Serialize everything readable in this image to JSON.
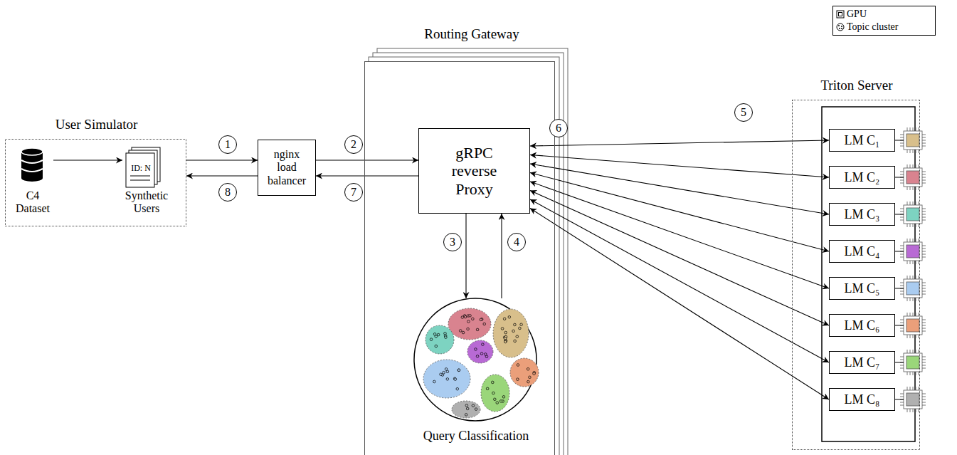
{
  "diagram": {
    "nodes": [
      {
        "text": [
          "User Simulator"
        ]
      },
      {
        "text": [
          "C4 Dataset"
        ],
        "in": 0
      },
      {
        "text": [
          "ID: N",
          "Synthetic Users"
        ],
        "in": 0
      },
      {
        "text": [
          "nginx load balancer"
        ]
      },
      {
        "text": [
          "Routing Gateway"
        ]
      },
      {
        "text": [
          "gRPC reverse Proxy"
        ],
        "in": 4
      },
      {
        "text": [
          "Query Classification"
        ],
        "in": 4
      },
      {
        "text": [
          "Triton Server"
        ]
      },
      {
        "text": [
          "LM C₁"
        ],
        "in": 7
      },
      {
        "text": [
          "LM C₂"
        ],
        "in": 7
      },
      {
        "text": [
          "LM C₃"
        ],
        "in": 7
      },
      {
        "text": [
          "LM C₄"
        ],
        "in": 7
      },
      {
        "text": [
          "LM C₅"
        ],
        "in": 7
      },
      {
        "text": [
          "LM C₆"
        ],
        "in": 7
      },
      {
        "text": [
          "LM C₇"
        ],
        "in": 7
      },
      {
        "text": [
          "LM C₈"
        ],
        "in": 7
      }
    ],
    "edges": [
      {
        "from": 1,
        "to": 2,
        "arrow": "to"
      },
      {
        "from": 0,
        "to": 3,
        "arrow": "to"
      },
      {
        "from": 3,
        "to": 0,
        "arrow": "to"
      },
      {
        "from": 3,
        "to": 5,
        "arrow": "to"
      },
      {
        "from": 5,
        "to": 3,
        "arrow": "to"
      },
      {
        "from": 5,
        "to": 6,
        "arrow": "to"
      },
      {
        "from": 6,
        "to": 5,
        "arrow": "to"
      },
      {
        "from": 5,
        "to": 8,
        "arrow": "both"
      },
      {
        "from": 5,
        "to": 9,
        "arrow": "both"
      },
      {
        "from": 5,
        "to": 10,
        "arrow": "both"
      },
      {
        "from": 5,
        "to": 11,
        "arrow": "both"
      },
      {
        "from": 5,
        "to": 12,
        "arrow": "both"
      },
      {
        "from": 5,
        "to": 13,
        "arrow": "both"
      },
      {
        "from": 5,
        "to": 14,
        "arrow": "both"
      },
      {
        "from": 5,
        "to": 15,
        "arrow": "both"
      }
    ],
    "labels": [
      "1",
      "2",
      "3",
      "4",
      "5",
      "6",
      "7",
      "8"
    ],
    "legend": [
      {
        "text": "GPU"
      },
      {
        "text": "Topic cluster"
      }
    ]
  }
}
